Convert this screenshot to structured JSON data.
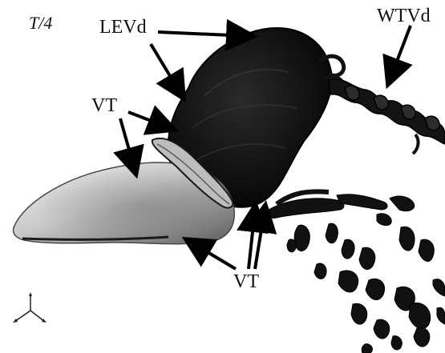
{
  "figure": {
    "time_label": "T/4",
    "labels": {
      "levd": "LEVd",
      "wtvd": "WTVd",
      "vt_upper": "VT",
      "vt_lower": "VT"
    },
    "colors": {
      "background": "#ffffff",
      "dark_surface": "#141414",
      "light_surface": "#d8d8d8",
      "arrow": "#000000"
    },
    "icons": {
      "axes": "axes-orientation-icon"
    }
  }
}
